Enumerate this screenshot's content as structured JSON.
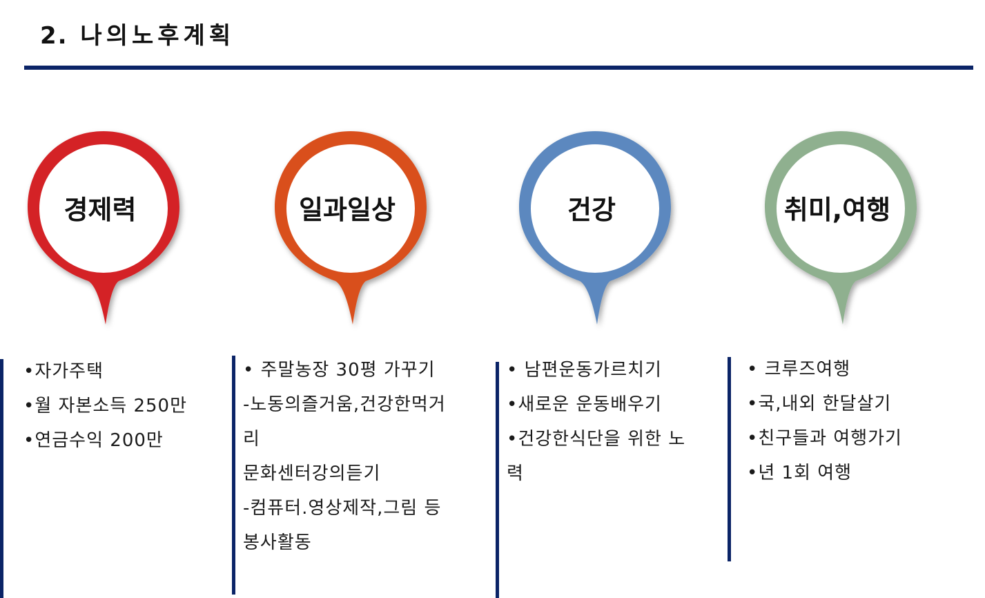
{
  "title": {
    "number": "2.",
    "text": "나의노후계획"
  },
  "colors": {
    "rule": "#0b2467",
    "pins": [
      "#d42428",
      "#d9501f",
      "#5b88bf",
      "#8fb08f"
    ]
  },
  "pins": [
    {
      "label": "경제력"
    },
    {
      "label": "일과일상"
    },
    {
      "label": "건강"
    },
    {
      "label": "취미,여행"
    }
  ],
  "columns": [
    {
      "lines": [
        "•자가주택",
        "•월 자본소득 250만",
        "•연금수익 200만"
      ]
    },
    {
      "lines": [
        "• 주말농장 30평 가꾸기",
        "-노동의즐거움,건강한먹거",
        "리",
        "문화센터강의듣기",
        "-컴퓨터.영상제작,그림 등",
        "봉사활동"
      ]
    },
    {
      "lines": [
        "• 남편운동가르치기",
        "•새로운 운동배우기",
        "•건강한식단을 위한 노",
        "력"
      ]
    },
    {
      "lines": [
        "• 크루즈여행",
        "•국,내외 한달살기",
        "•친구들과 여행가기",
        "•년 1회 여행"
      ]
    }
  ]
}
